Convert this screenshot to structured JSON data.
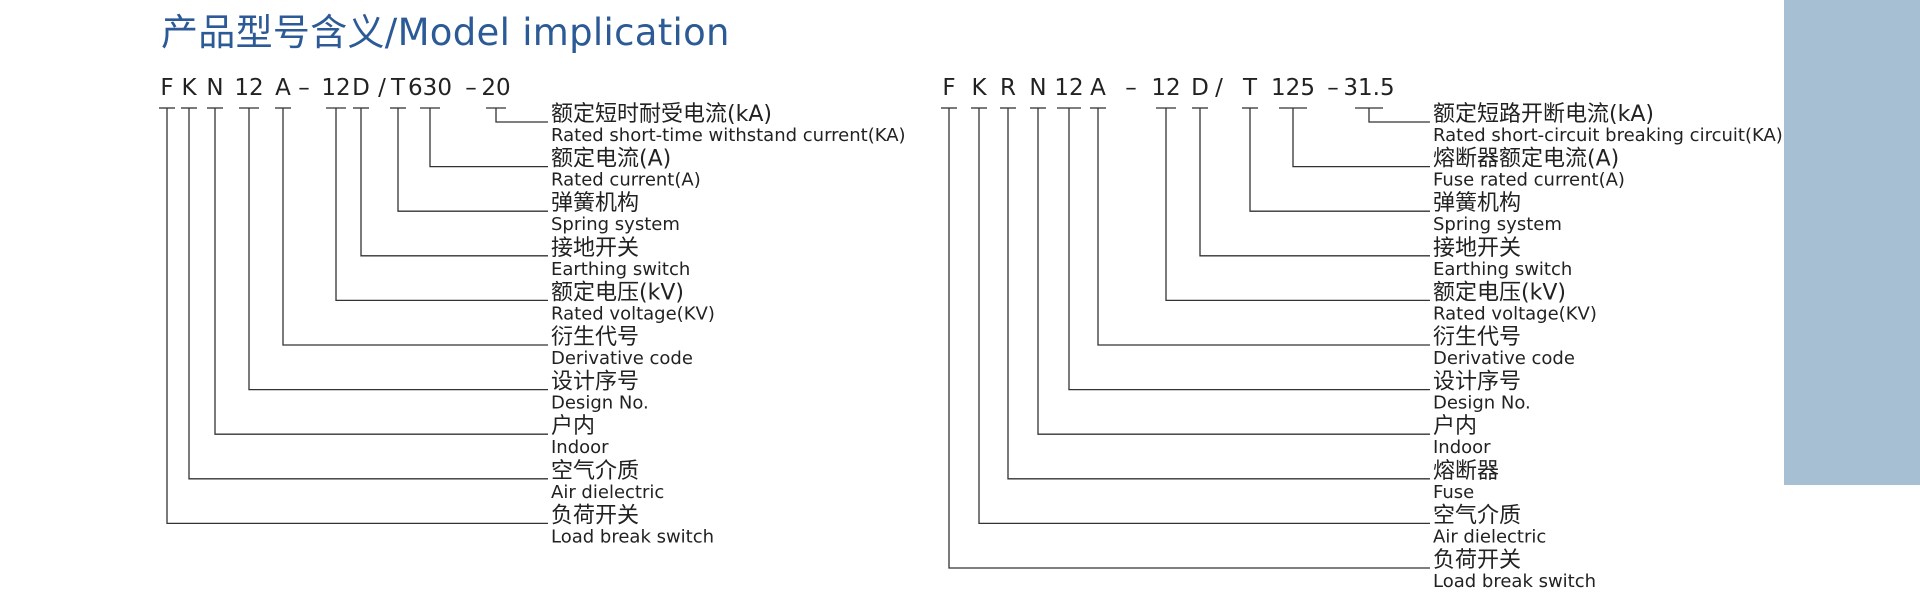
{
  "title": "产品型号含义/Model implication",
  "diagrams": [
    {
      "id": "fkn",
      "code": [
        {
          "text": "F"
        },
        {
          "text": "K"
        },
        {
          "text": "N"
        },
        {
          "text": "12"
        },
        {
          "text": "A"
        },
        {
          "text": "–"
        },
        {
          "text": "12"
        },
        {
          "text": "D"
        },
        {
          "text": "/"
        },
        {
          "text": "T"
        },
        {
          "text": "630"
        },
        {
          "text": "–"
        },
        {
          "text": "20"
        }
      ],
      "labels": [
        {
          "code": "20",
          "cn": "额定短时耐受电流(kA)",
          "en": "Rated short-time withstand current(KA)"
        },
        {
          "code": "630",
          "cn": "额定电流(A)",
          "en": "Rated current(A)"
        },
        {
          "code": "T",
          "cn": "弹簧机构",
          "en": "Spring system"
        },
        {
          "code": "D",
          "cn": "接地开关",
          "en": "Earthing switch"
        },
        {
          "code": "12",
          "cn": "额定电压(kV)",
          "en": "Rated voltage(KV)"
        },
        {
          "code": "A",
          "cn": "衍生代号",
          "en": "Derivative code"
        },
        {
          "code": "12",
          "cn": "设计序号",
          "en": "Design No."
        },
        {
          "code": "N",
          "cn": "户内",
          "en": "Indoor"
        },
        {
          "code": "K",
          "cn": "空气介质",
          "en": "Air dielectric"
        },
        {
          "code": "F",
          "cn": "负荷开关",
          "en": "Load break switch"
        }
      ]
    },
    {
      "id": "fkrn",
      "code": [
        {
          "text": "F"
        },
        {
          "text": "K"
        },
        {
          "text": "R"
        },
        {
          "text": "N"
        },
        {
          "text": "12"
        },
        {
          "text": "A"
        },
        {
          "text": "–"
        },
        {
          "text": "12"
        },
        {
          "text": "D"
        },
        {
          "text": "/"
        },
        {
          "text": "T"
        },
        {
          "text": "125"
        },
        {
          "text": "–"
        },
        {
          "text": "31.5"
        }
      ],
      "labels": [
        {
          "code": "31.5",
          "cn": "额定短路开断电流(kA)",
          "en": "Rated short-circuit breaking circuit(KA)"
        },
        {
          "code": "125",
          "cn": "熔断器额定电流(A)",
          "en": "Fuse rated current(A)"
        },
        {
          "code": "T",
          "cn": "弹簧机构",
          "en": "Spring system"
        },
        {
          "code": "D",
          "cn": "接地开关",
          "en": "Earthing switch"
        },
        {
          "code": "12",
          "cn": "额定电压(kV)",
          "en": "Rated voltage(KV)"
        },
        {
          "code": "A",
          "cn": "衍生代号",
          "en": "Derivative code"
        },
        {
          "code": "12",
          "cn": "设计序号",
          "en": "Design No."
        },
        {
          "code": "N",
          "cn": "户内",
          "en": "Indoor"
        },
        {
          "code": "R",
          "cn": "熔断器",
          "en": "Fuse"
        },
        {
          "code": "K",
          "cn": "空气介质",
          "en": "Air dielectric"
        },
        {
          "code": "F",
          "cn": "负荷开关",
          "en": "Load break switch"
        }
      ]
    }
  ],
  "colors": {
    "title": "#2c5a96",
    "text": "#222222",
    "lines": "#333333",
    "accent_panel": "#a6bfd2"
  }
}
